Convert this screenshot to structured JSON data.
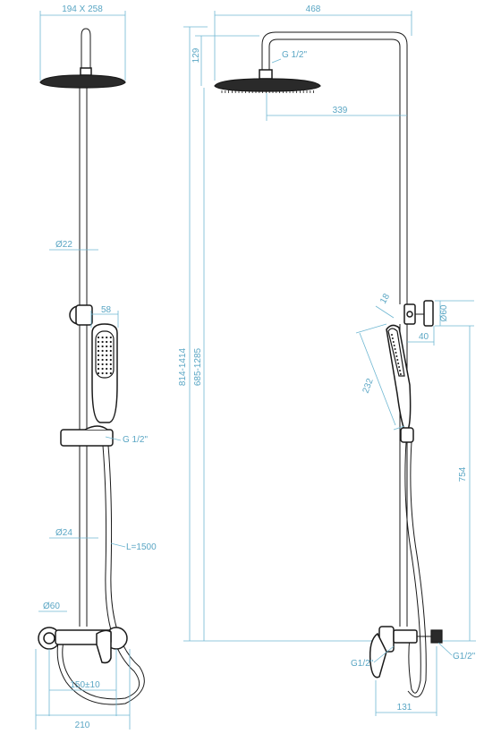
{
  "front_view": {
    "head_size": "194 X 258",
    "pipe_upper_dia": "Ø22",
    "handshower_width": "58",
    "holder_thread": "G 1/2\"",
    "pipe_lower_dia": "Ø24",
    "hose_length": "L=1500",
    "mixer_dia": "Ø60",
    "mixer_spacing": "150±10",
    "mixer_width": "210"
  },
  "side_view": {
    "arm_length": "468",
    "head_thread": "G 1/2\"",
    "head_height": "129",
    "arm_reach": "339",
    "total_height": "814-1414",
    "adjust_range": "685-1285",
    "hand_head_width": "18",
    "hand_length": "232",
    "wall_mount_dia": "Ø60",
    "wall_mount_depth": "40",
    "holder_height": "754",
    "inlet_left": "G1/2\"",
    "inlet_right": "G1/2\"",
    "mixer_depth": "131"
  }
}
